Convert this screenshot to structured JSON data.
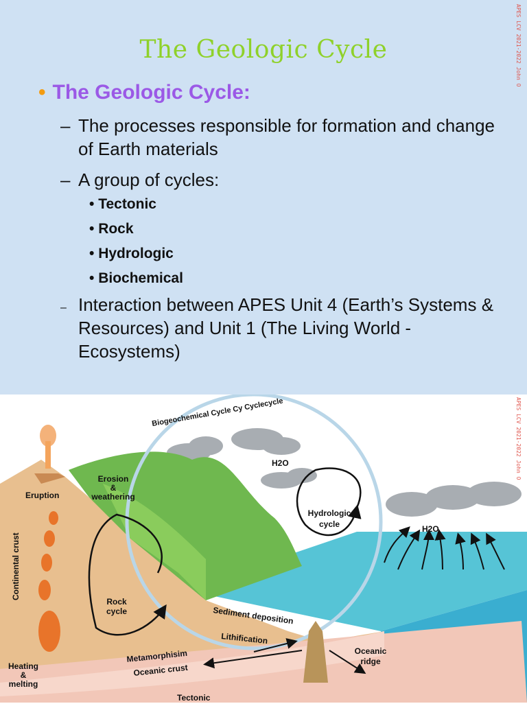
{
  "slide": {
    "title": "The Geologic Cycle",
    "heading": "The Geologic Cycle:",
    "bullet_1": "The processes responsible for formation and change of Earth materials",
    "bullet_2": "A group of cycles:",
    "cycles": [
      "Tectonic",
      "Rock",
      "Hydrologic",
      "Biochemical"
    ],
    "bullet_3": "Interaction between APES Unit 4 (Earth’s Systems & Resources) and Unit 1 (The Living World - Ecosystems)",
    "watermark": "APES LCV 2021-2022 John O"
  },
  "diagram": {
    "biogeochemical": "Biogeochemical Cycle Cy Cyclecycle",
    "h2o_1": "H2O",
    "h2o_2": "H2O",
    "hydrologic": [
      "Hydrologic",
      "cycle"
    ],
    "erosion": [
      "Erosion",
      "&",
      "weathering"
    ],
    "eruption": "Eruption",
    "continental_crust": "Continental crust",
    "rock_cycle": [
      "Rock",
      "cycle"
    ],
    "sediment": "Sediment deposition",
    "lithification": "Lithification",
    "metamorphism": "Metamorphisim",
    "oceanic_crust": "Oceanic crust",
    "oceanic_ridge": [
      "Oceanic",
      "ridge"
    ],
    "heating": [
      "Heating",
      "&",
      "melting"
    ],
    "tectonic": "Tectonic",
    "watermark": "APES LCV 2021-2022 John O"
  }
}
